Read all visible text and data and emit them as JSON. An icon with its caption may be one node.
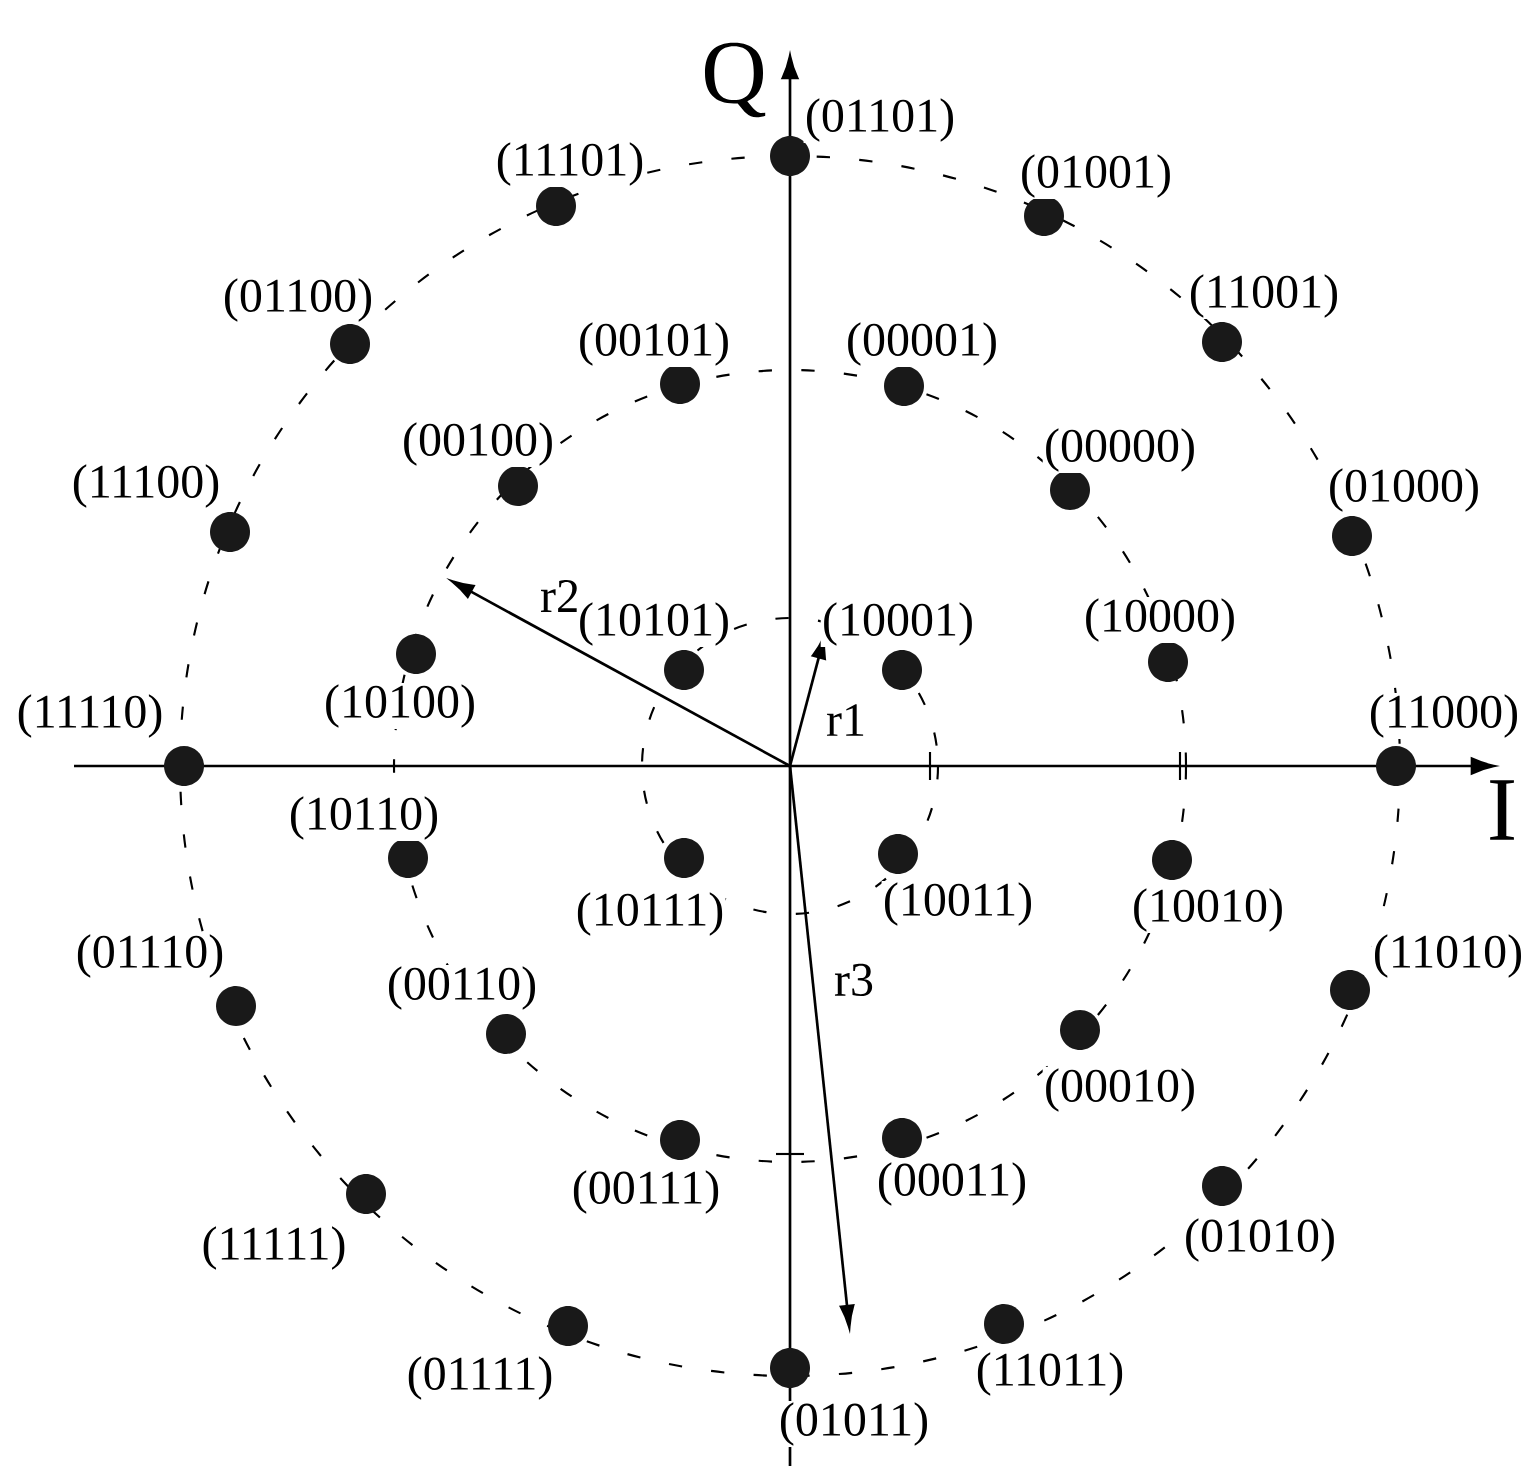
{
  "diagram": {
    "labels": [
      "Q",
      "(01101)",
      "(11101)",
      "(01001)",
      "(01100)",
      "(11001)",
      "(00101)",
      "(00001)",
      "(00100)",
      "(00000)",
      "(11100)",
      "(01000)",
      "r2",
      "(10101)",
      "(10001)",
      "(10000)",
      "(11110)",
      "(10100)",
      "r1",
      "(11000)",
      "(10110)",
      "I",
      "(10111)",
      "(10011)",
      "(10010)",
      "(01110)",
      "(11010)",
      "r3",
      "(00110)",
      "(00010)",
      "(00111)",
      "(00011)",
      "(11111)",
      "(01010)",
      "(01111)",
      "(11011)",
      "(01011)"
    ]
  }
}
